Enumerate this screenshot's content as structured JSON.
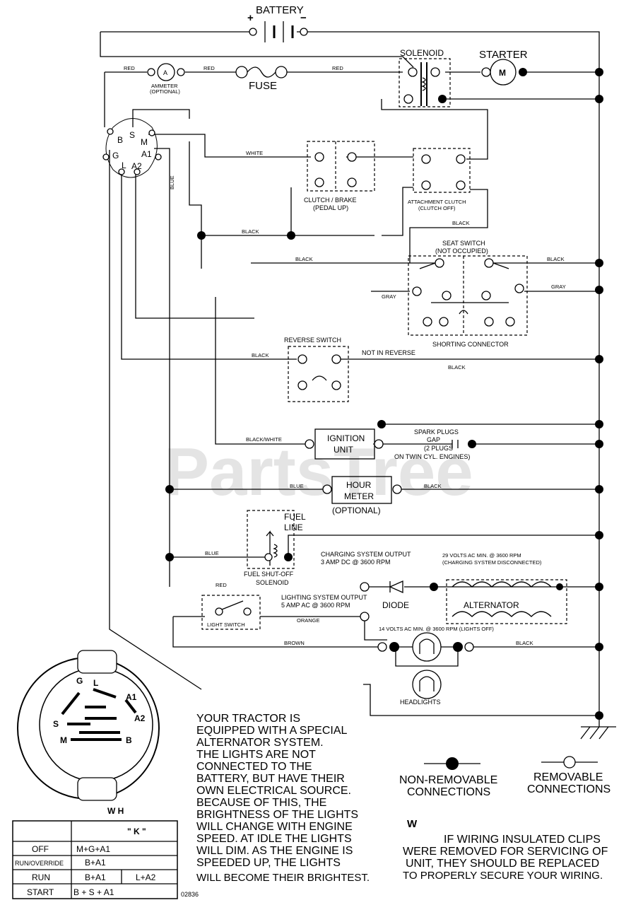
{
  "watermark": "PartsTree",
  "figure_number": "02836",
  "components": {
    "battery": "BATTERY",
    "battery_plus": "+",
    "battery_minus": "−",
    "solenoid": "SOLENOID",
    "starter": "STARTER",
    "starter_symbol": "M",
    "ammeter_symbol": "A",
    "ammeter_line1": "AMMETER",
    "ammeter_line2": "(OPTIONAL)",
    "fuse": "FUSE",
    "ignition_switch_terminals": {
      "b": "B",
      "s": "S",
      "m": "M",
      "g": "G",
      "a1": "A1",
      "l": "L",
      "a2": "A2"
    },
    "clutch_brake_line1": "CLUTCH / BRAKE",
    "clutch_brake_line2": "(PEDAL UP)",
    "attachment_clutch_line1": "ATTACHMENT CLUTCH",
    "attachment_clutch_line2": "(CLUTCH OFF)",
    "seat_switch_line1": "SEAT SWITCH",
    "seat_switch_line2": "(NOT OCCUPIED)",
    "shorting_connector": "SHORTING CONNECTOR",
    "reverse_switch": "REVERSE SWITCH",
    "not_in_reverse": "NOT IN REVERSE",
    "ignition_unit_line1": "IGNITION",
    "ignition_unit_line2": "UNIT",
    "spark_plugs_line1": "SPARK PLUGS",
    "spark_plugs_line2": "GAP",
    "spark_plugs_line3": "(2 PLUGS",
    "spark_plugs_line4": "ON TWIN CYL. ENGINES)",
    "hour_meter_line1": "HOUR",
    "hour_meter_line2": "METER",
    "hour_meter_optional": "(OPTIONAL)",
    "fuel_line_line1": "FUEL",
    "fuel_line_line2": "LINE",
    "fuel_solenoid_line1": "FUEL SHUT-OFF",
    "fuel_solenoid_line2": "SOLENOID",
    "light_switch": "LIGHT SWITCH",
    "charging_output_line1": "CHARGING SYSTEM OUTPUT",
    "charging_output_line2": "3 AMP DC @ 3600 RPM",
    "alternator_rating_line1": "29 VOLTS AC MIN. @ 3600 RPM",
    "alternator_rating_line2": "(CHARGING SYSTEM DISCONNECTED)",
    "diode": "DIODE",
    "alternator": "ALTERNATOR",
    "lighting_output_line1": "LIGHTING SYSTEM OUTPUT",
    "lighting_output_line2": "5 AMP AC @ 3600 RPM",
    "lighting_rating": "14 VOLTS AC MIN. @ 3600 RPM (LIGHTS OFF)",
    "headlights": "HEADLIGHTS"
  },
  "wire_colors": {
    "red": "RED",
    "white": "WHITE",
    "blue": "BLUE",
    "black": "BLACK",
    "gray": "GRAY",
    "black_white": "BLACK/WHITE",
    "orange": "ORANGE",
    "brown": "BROWN"
  },
  "switch_face": {
    "g": "G",
    "l": "L",
    "a1": "A1",
    "a2": "A2",
    "s": "S",
    "m": "M",
    "b": "B",
    "caption": "W H"
  },
  "switch_table": {
    "header": [
      "",
      "\" K \""
    ],
    "rows": [
      {
        "position": "OFF",
        "circuit": "M+G+A1",
        "extra": ""
      },
      {
        "position": "RUN/OVERRIDE",
        "circuit": "B+A1",
        "extra": ""
      },
      {
        "position": "RUN",
        "circuit": "B+A1",
        "extra": "L+A2"
      },
      {
        "position": "START",
        "circuit": "B + S + A1",
        "extra": ""
      }
    ]
  },
  "alternator_note": [
    "YOUR TRACTOR IS",
    "EQUIPPED WITH A SPECIAL",
    "ALTERNATOR SYSTEM.",
    "THE LIGHTS ARE NOT",
    "CONNECTED TO THE",
    "BATTERY, BUT HAVE THEIR",
    "OWN ELECTRICAL SOURCE.",
    "BECAUSE OF THIS, THE",
    "BRIGHTNESS OF THE LIGHTS",
    "WILL CHANGE WITH ENGINE",
    "SPEED.  AT IDLE THE LIGHTS",
    "WILL DIM.  AS THE ENGINE IS",
    "SPEEDED UP, THE LIGHTS",
    "WILL BECOME THEIR BRIGHTEST."
  ],
  "legend": {
    "non_removable_line1": "NON-REMOVABLE",
    "non_removable_line2": "CONNECTIONS",
    "removable_line1": "REMOVABLE",
    "removable_line2": "CONNECTIONS"
  },
  "warning": {
    "heading": "W",
    "lines": [
      "IF WIRING INSULATED CLIPS",
      "WERE REMOVED FOR SERVICING OF",
      "UNIT, THEY SHOULD BE REPLACED",
      "TO PROPERLY SECURE YOUR WIRING."
    ]
  }
}
